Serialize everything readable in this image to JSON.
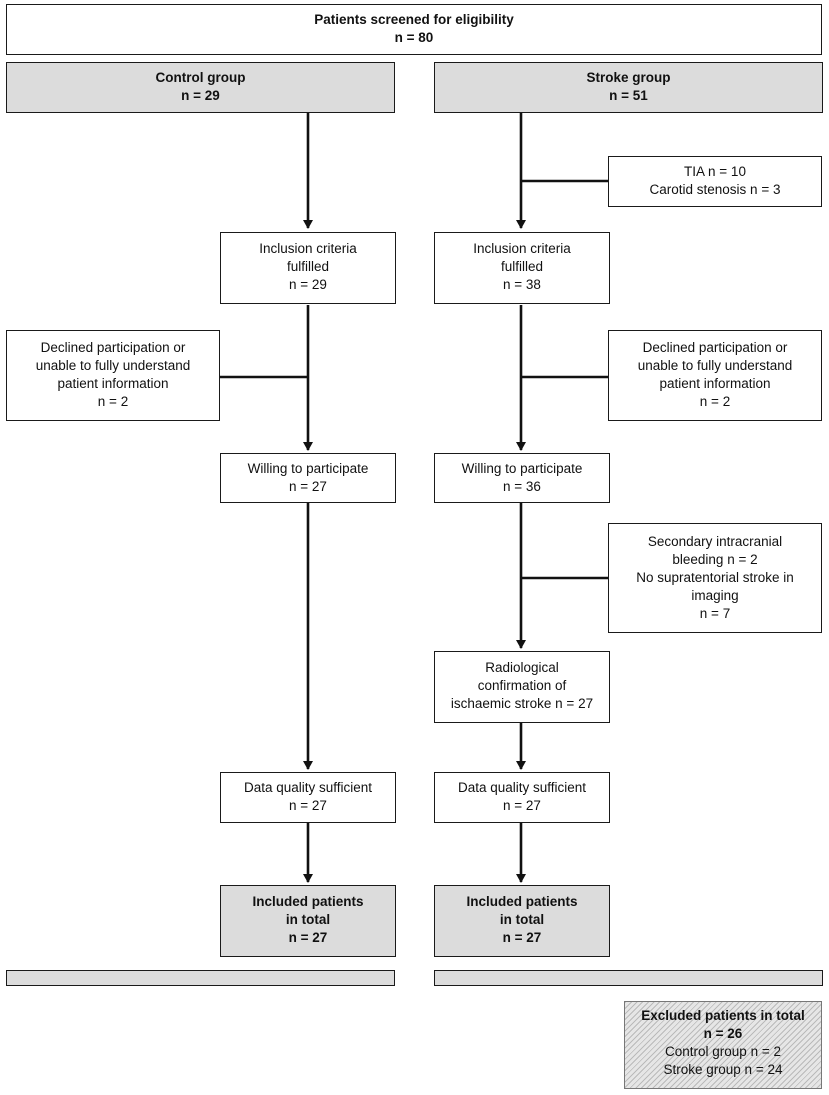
{
  "screened": {
    "line1": "Patients screened for eligibility",
    "line2": "n = 80"
  },
  "control": {
    "group": {
      "line1": "Control group",
      "line2": "n = 29"
    },
    "inclusion": {
      "line1": "Inclusion criteria",
      "line2": "fulfilled",
      "line3": "n = 29"
    },
    "declined": {
      "line1": "Declined participation or",
      "line2": "unable to fully understand",
      "line3": "patient information",
      "line4": "n = 2"
    },
    "willing": {
      "line1": "Willing to participate",
      "line2": "n = 27"
    },
    "quality": {
      "line1": "Data quality sufficient",
      "line2": "n = 27"
    },
    "included": {
      "line1": "Included patients",
      "line2": "in total",
      "line3": "n = 27"
    }
  },
  "stroke": {
    "group": {
      "line1": "Stroke group",
      "line2": "n = 51"
    },
    "excluded_tia": {
      "line1": "TIA n = 10",
      "line2": "Carotid stenosis n = 3"
    },
    "inclusion": {
      "line1": "Inclusion criteria",
      "line2": "fulfilled",
      "line3": "n = 38"
    },
    "declined": {
      "line1": "Declined participation or",
      "line2": "unable to fully understand",
      "line3": "patient information",
      "line4": "n = 2"
    },
    "willing": {
      "line1": "Willing to participate",
      "line2": "n = 36"
    },
    "excluded_imaging": {
      "line1": "Secondary intracranial",
      "line2": "bleeding n = 2",
      "line3": "No supratentorial stroke in",
      "line4": "imaging",
      "line5": "n = 7"
    },
    "radiological": {
      "line1": "Radiological",
      "line2": "confirmation of",
      "line3": "ischaemic stroke n = 27"
    },
    "quality": {
      "line1": "Data quality sufficient",
      "line2": "n = 27"
    },
    "included": {
      "line1": "Included patients",
      "line2": "in total",
      "line3": "n = 27"
    }
  },
  "excluded_total": {
    "line1": "Excluded patients in total",
    "line2": "n = 26",
    "line3": "Control group n = 2",
    "line4": "Stroke group n = 24"
  }
}
